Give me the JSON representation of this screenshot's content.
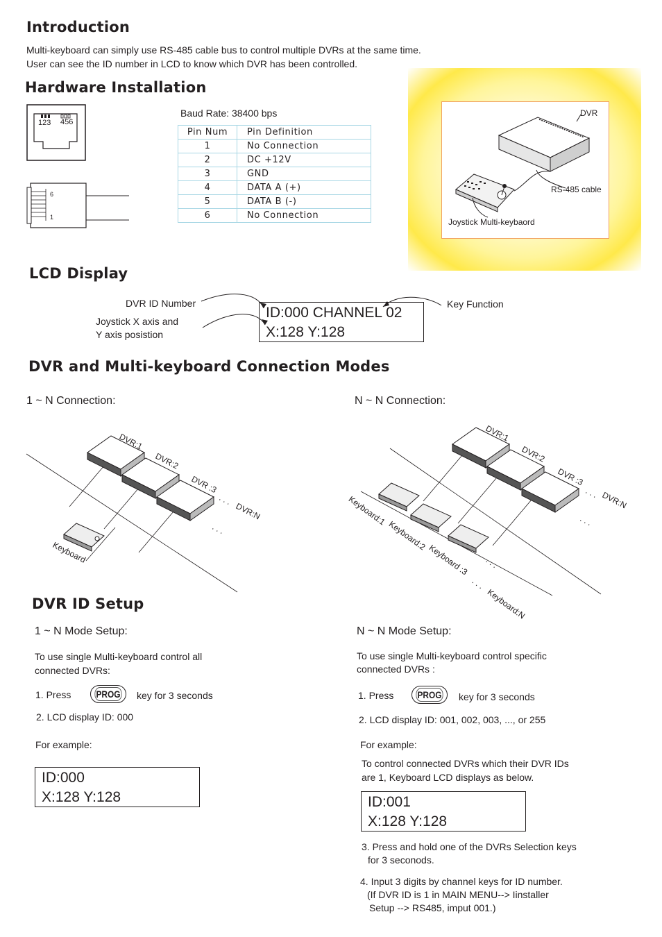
{
  "introduction": {
    "title": "Introduction",
    "line1": "Multi-keyboard can simply use RS-485 cable bus to control multiple DVRs at the same time.",
    "line2": "User can see the ID number in LCD to know which DVR has been controlled."
  },
  "hardware": {
    "title": "Hardware Installation",
    "baud_rate": "Baud Rate: 38400 bps",
    "connector_labels": {
      "left_pins": "123",
      "right_pins": "456",
      "pin_top": "6",
      "pin_bottom": "1"
    },
    "table": {
      "headers": [
        "Pin Num",
        "Pin Definition"
      ],
      "rows": [
        [
          "1",
          "No Connection"
        ],
        [
          "2",
          "DC +12V"
        ],
        [
          "3",
          "GND"
        ],
        [
          "4",
          "DATA A (+)"
        ],
        [
          "5",
          "DATA B (-)"
        ],
        [
          "6",
          "No Connection"
        ]
      ]
    },
    "diagram": {
      "dvr_label": "DVR",
      "cable_label": "RS-485 cable",
      "keyboard_label": "Joystick Multi-keybaord"
    }
  },
  "lcd_display": {
    "title": "LCD Display",
    "dvr_id_label": "DVR ID Number",
    "joystick_label_line1": "Joystick X axis and",
    "joystick_label_line2": "Y axis posistion",
    "key_function_label": "Key Function",
    "lcd_line1": "ID:000 CHANNEL 02",
    "lcd_line2": "X:128 Y:128"
  },
  "connection_modes": {
    "title": "DVR and Multi-keyboard Connection Modes",
    "one_to_n": {
      "heading": "1 ~ N Connection:",
      "dvr1": "DVR:1",
      "dvr2": "DVR:2",
      "dvr3": "DVR :3",
      "dvrn": "DVR:N",
      "dots": ". . .",
      "keyboard": "Keyboard"
    },
    "n_to_n": {
      "heading": "N ~ N Connection:",
      "dvr1": "DVR:1",
      "dvr2": "DVR:2",
      "dvr3": "DVR :3",
      "dvrn": "DVR:N",
      "dots": ". . .",
      "kb1": "Keyboard:1",
      "kb2": "Keyboard:2",
      "kb3": "Keyboard :3",
      "kbn": "Keyboard:N"
    }
  },
  "id_setup": {
    "title": "DVR ID Setup",
    "one_to_n": {
      "heading": "1 ~ N Mode Setup:",
      "intro_line1": "To use single Multi-keyboard control all",
      "intro_line2": "connected DVRs:",
      "step1_prefix": "1. Press",
      "button": "PROG",
      "step1_suffix": "key for 3 seconds",
      "step2": "2. LCD display ID: 000",
      "example": "For example:",
      "lcd_line1": "ID:000",
      "lcd_line2": "X:128 Y:128"
    },
    "n_to_n": {
      "heading": "N ~ N Mode Setup:",
      "intro_line1": "To use single Multi-keyboard control specific",
      "intro_line2": "connected DVRs :",
      "step1_prefix": "1. Press",
      "button": "PROG",
      "step1_suffix": "key for 3 seconds",
      "step2": "2. LCD display ID: 001, 002, 003, ..., or 255",
      "example": "For example:",
      "example_line1": "To control connected DVRs which their DVR IDs",
      "example_line2": "are 1, Keyboard LCD displays as below.",
      "lcd_line1": "ID:001",
      "lcd_line2": "X:128 Y:128",
      "step3_line1": "3. Press and hold one of the DVRs Selection keys",
      "step3_line2": "for 3 seconods.",
      "step4_line1": "4. Input 3 digits by channel keys for ID number.",
      "step4_line2": "(If DVR ID is 1 in MAIN MENU--> Iinstaller",
      "step4_line3": "Setup --> RS485, imput 001.)"
    }
  }
}
